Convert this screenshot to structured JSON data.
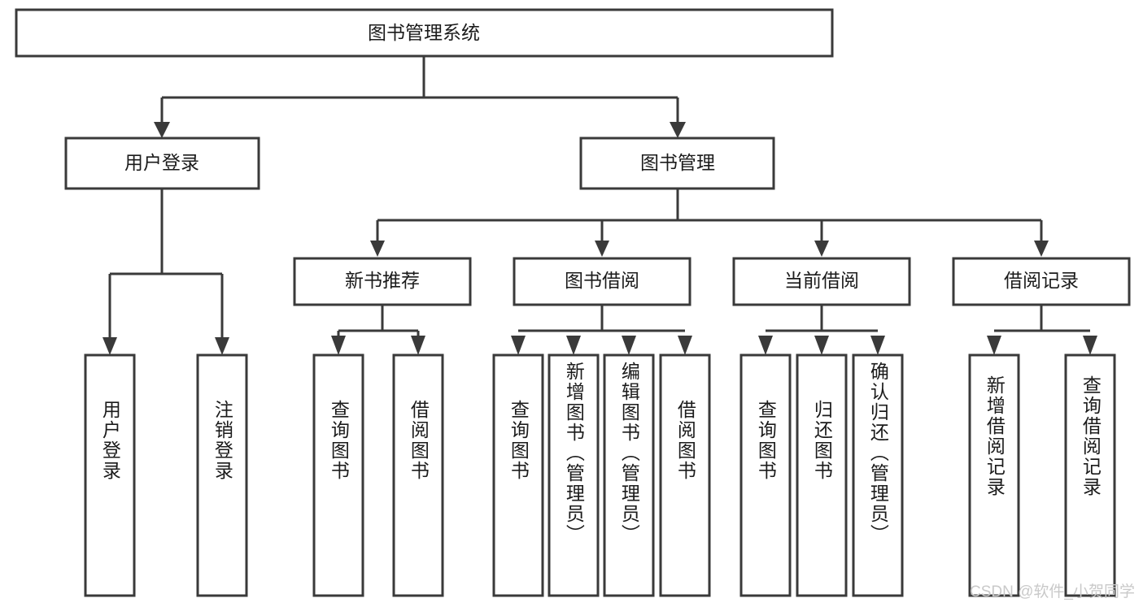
{
  "diagram": {
    "type": "tree-hierarchy-chart",
    "title_node": {
      "label": "图书管理系统"
    },
    "level2": [
      {
        "id": "user-login",
        "label": "用户登录"
      },
      {
        "id": "book-manage",
        "label": "图书管理"
      }
    ],
    "level3": [
      {
        "id": "new-book-recommend",
        "label": "新书推荐",
        "parent": "book-manage"
      },
      {
        "id": "book-borrow",
        "label": "图书借阅",
        "parent": "book-manage"
      },
      {
        "id": "current-borrow",
        "label": "当前借阅",
        "parent": "book-manage"
      },
      {
        "id": "borrow-record",
        "label": "借阅记录",
        "parent": "book-manage"
      }
    ],
    "leaves": [
      {
        "id": "leaf-user-login",
        "label": "用户登录",
        "parent": "user-login"
      },
      {
        "id": "leaf-logout-login",
        "label": "注销登录",
        "parent": "user-login"
      },
      {
        "id": "leaf-query-book-1",
        "label": "查询图书",
        "parent": "new-book-recommend"
      },
      {
        "id": "leaf-borrow-book-1",
        "label": "借阅图书",
        "parent": "new-book-recommend"
      },
      {
        "id": "leaf-query-book-2",
        "label": "查询图书",
        "parent": "book-borrow"
      },
      {
        "id": "leaf-add-book",
        "label": "新增图书（管理员）",
        "parent": "book-borrow"
      },
      {
        "id": "leaf-edit-book",
        "label": "编辑图书（管理员）",
        "parent": "book-borrow"
      },
      {
        "id": "leaf-borrow-book-2",
        "label": "借阅图书",
        "parent": "book-borrow"
      },
      {
        "id": "leaf-query-book-3",
        "label": "查询图书",
        "parent": "current-borrow"
      },
      {
        "id": "leaf-return-book",
        "label": "归还图书",
        "parent": "current-borrow"
      },
      {
        "id": "leaf-confirm-return",
        "label": "确认归还（管理员）",
        "parent": "current-borrow"
      },
      {
        "id": "leaf-add-record",
        "label": "新增借阅记录",
        "parent": "borrow-record"
      },
      {
        "id": "leaf-query-record",
        "label": "查询借阅记录",
        "parent": "borrow-record"
      }
    ],
    "colors": {
      "stroke": "#3a3a3a",
      "fill": "#ffffff",
      "text": "#1b1b1b",
      "watermark": "#c9c9c9"
    }
  },
  "watermark": {
    "text": "CSDN @软件_小贺同学"
  }
}
